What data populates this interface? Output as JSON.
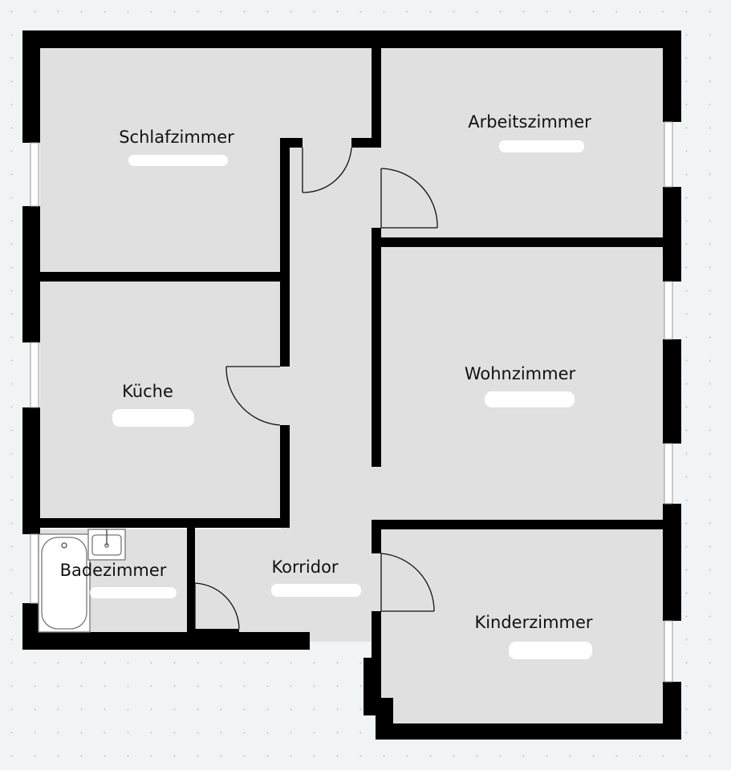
{
  "floorplan": {
    "rooms": [
      {
        "id": "schlafzimmer",
        "label": "Schlafzimmer"
      },
      {
        "id": "arbeitszimmer",
        "label": "Arbeitszimmer"
      },
      {
        "id": "kueche",
        "label": "Küche"
      },
      {
        "id": "wohnzimmer",
        "label": "Wohnzimmer"
      },
      {
        "id": "badezimmer",
        "label": "Badezimmer"
      },
      {
        "id": "korridor",
        "label": "Korridor"
      },
      {
        "id": "kinderzimmer",
        "label": "Kinderzimmer"
      }
    ],
    "colors": {
      "background": "#f2f3f5",
      "floor": "#e0e0e0",
      "wall": "#000000",
      "grid_dot": "#b9cde6"
    }
  }
}
